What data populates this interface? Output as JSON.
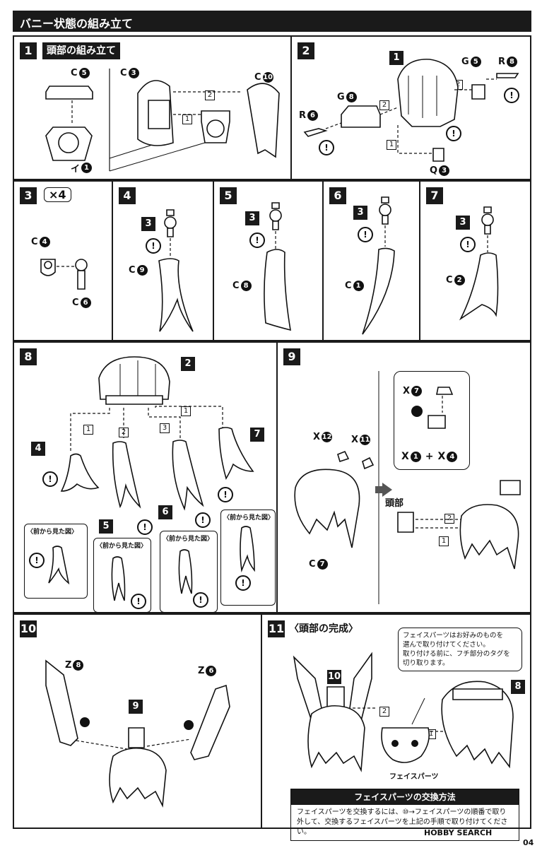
{
  "page_title": "バニー状態の組み立て",
  "steps": {
    "s1": {
      "num": "1",
      "title": "頭部の組み立て",
      "labels": {
        "c5": "C",
        "c5n": "5",
        "i1": "イ",
        "i1n": "1",
        "c3": "C",
        "c3n": "3",
        "c10": "C",
        "c10n": "10"
      }
    },
    "s2": {
      "num": "2",
      "labels": {
        "g5": "G",
        "g5n": "5",
        "r8": "R",
        "r8n": "8",
        "g8": "G",
        "g8n": "8",
        "r6": "R",
        "r6n": "6",
        "q3": "Q",
        "q3n": "3",
        "badge1": "1"
      }
    },
    "s3": {
      "num": "3",
      "count": "×4",
      "labels": {
        "c4": "C",
        "c4n": "4",
        "c6": "C",
        "c6n": "6"
      }
    },
    "s4": {
      "num": "4",
      "badge": "3",
      "label": "C",
      "labeln": "9"
    },
    "s5": {
      "num": "5",
      "badge": "3",
      "label": "C",
      "labeln": "8"
    },
    "s6": {
      "num": "6",
      "badge": "3",
      "label": "C",
      "labeln": "1"
    },
    "s7": {
      "num": "7",
      "badge": "3",
      "label": "C",
      "labeln": "2"
    },
    "s8": {
      "num": "8",
      "b2": "2",
      "b4": "4",
      "b5": "5",
      "b6": "6",
      "b7": "7",
      "front_view": "〈前から見た図〉"
    },
    "s9": {
      "num": "9",
      "labels": {
        "x12": "X",
        "x12n": "12",
        "x11": "X",
        "x11n": "11",
        "c7": "C",
        "c7n": "7",
        "x7": "X",
        "x7n": "7",
        "x1": "X",
        "x1n": "1",
        "plus": "+",
        "x4": "X",
        "x4n": "4",
        "head": "頭部"
      }
    },
    "s10": {
      "num": "10",
      "b9": "9",
      "labels": {
        "z8": "Z",
        "z8n": "8",
        "z6": "Z",
        "z6n": "6"
      }
    },
    "s11": {
      "num": "11",
      "title": "〈頭部の完成〉",
      "b10": "10",
      "b8": "8",
      "face_parts": "フェイスパーツ",
      "note": [
        "フェイスパーツはお好みのものを",
        "選んで取り付けてください。",
        "取り付ける前に、フチ部分のタグを",
        "切り取ります。"
      ],
      "box_title": "フェイスパーツの交換方法",
      "box_text": [
        "フェイスパーツを交換するには、⑩→フェイスパーツの順番で取り",
        "外して、交換するフェイスパーツを上記の手順で取り付けてください。"
      ]
    }
  },
  "step_markers": {
    "one": "1",
    "two": "2",
    "three": "3"
  },
  "warn_mark": "!",
  "page_number": "04",
  "watermark": "HOBBY SEARCH"
}
